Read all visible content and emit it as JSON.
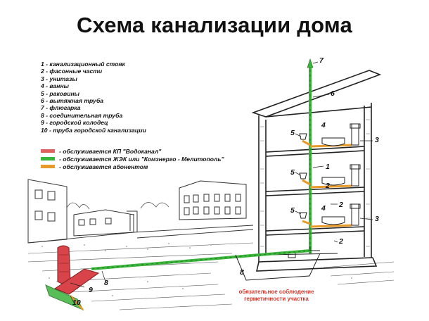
{
  "title": "Схема канализации дома",
  "legend": {
    "items": [
      "1 - канализационный стояк",
      "2 - фасонные части",
      "3 - унитазы",
      "4 - ванны",
      "5 - раковины",
      "6 - вытяжная труба",
      "7 - флюгарка",
      "8 - соединительная труба",
      "9 - городской колодец",
      "10 - труба городской канализации"
    ]
  },
  "color_legend": {
    "items": [
      {
        "color": "#e06060",
        "label": "- обслуживается КП \"Водоканал\""
      },
      {
        "color": "#3bb43b",
        "label": "- обслуживается ЖЭК или \"Комзнерго - Мелитополь\""
      },
      {
        "color": "#e89a28",
        "label": "- обслуживается абонентом"
      }
    ]
  },
  "labels": {
    "n1": "1",
    "n2a": "2",
    "n2b": "2",
    "n2c": "2",
    "n3a": "3",
    "n3b": "3",
    "n4a": "4",
    "n4b": "4",
    "n5a": "5",
    "n5b": "5",
    "n5c": "5",
    "n6": "6",
    "n7": "7",
    "n8a": "8",
    "n8b": "8",
    "n9": "9",
    "n10": "10"
  },
  "note": {
    "line1": "обязательное соблюдение",
    "line2": "герметичности участка"
  }
}
